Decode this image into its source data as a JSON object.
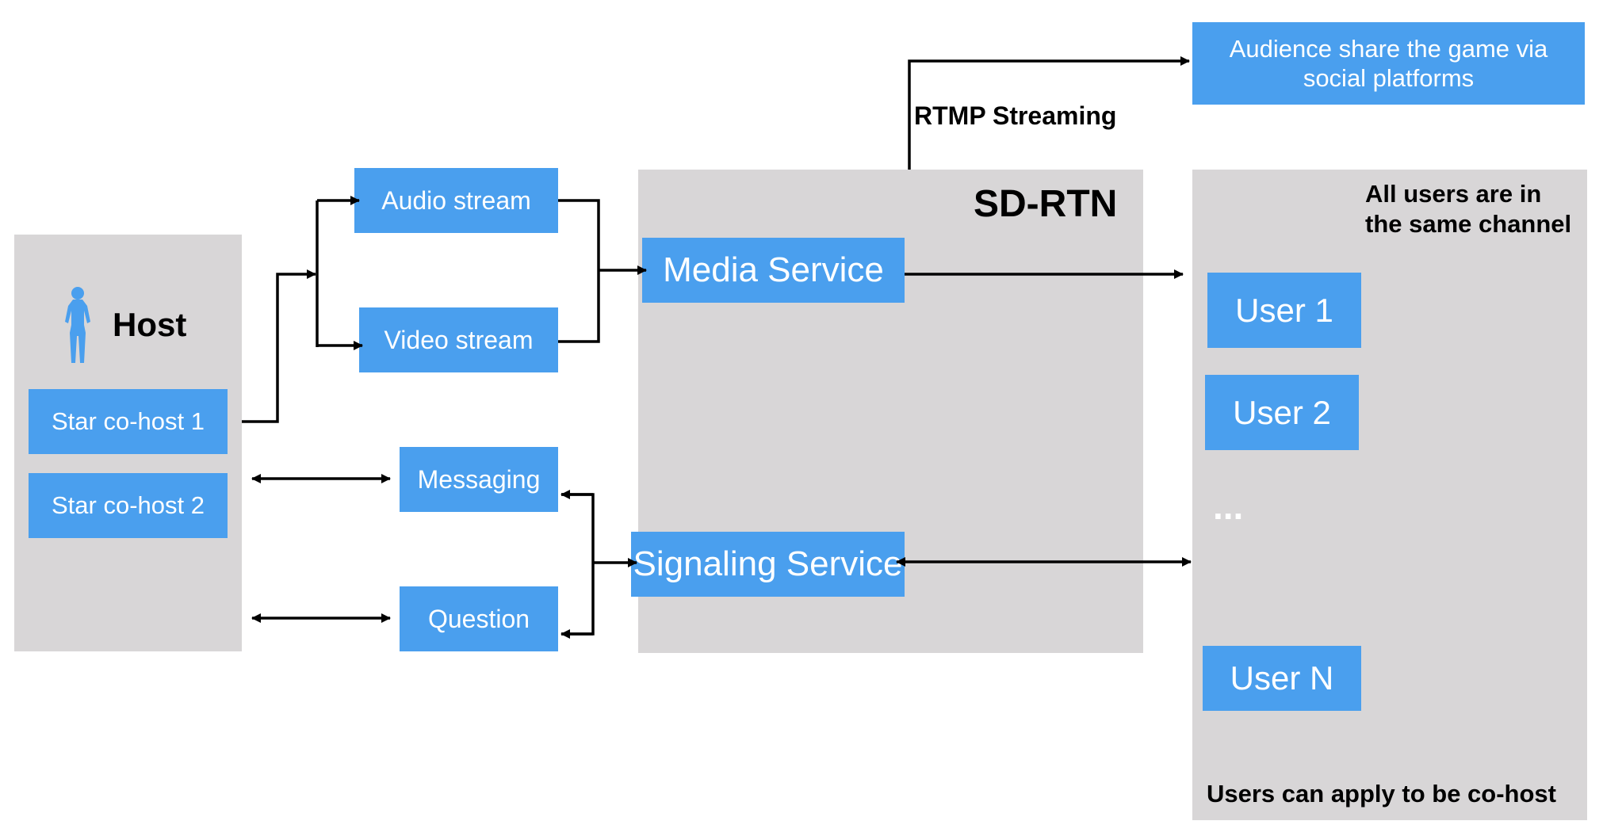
{
  "host_panel": {
    "title": "Host"
  },
  "cohosts": [
    "Star co-host 1",
    "Star co-host 2"
  ],
  "streams": {
    "audio": "Audio stream",
    "video": "Video stream"
  },
  "channels": {
    "messaging": "Messaging",
    "question": "Question"
  },
  "sdrtn": {
    "title": "SD-RTN",
    "media": "Media Service",
    "signaling": "Signaling Service"
  },
  "rtmp": {
    "label": "RTMP Streaming",
    "audience": "Audience share the game via social platforms"
  },
  "users_panel": {
    "note": "All users are in the same channel",
    "users": [
      "User 1",
      "User 2",
      "User N"
    ],
    "ellipsis": "...",
    "footer": "Users can apply to be co-host"
  },
  "colors": {
    "box": "#4a9fee",
    "panel": "#d8d6d7",
    "line": "#000000",
    "icon": "#4a9fee"
  },
  "icons": {
    "host": "person-icon"
  }
}
